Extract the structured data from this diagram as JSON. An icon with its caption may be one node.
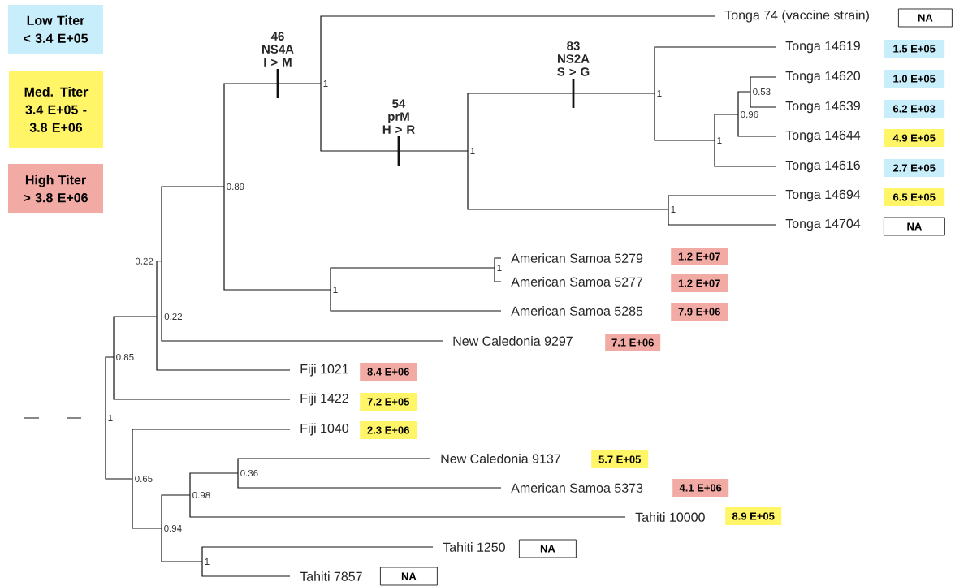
{
  "diagram": {
    "nodes": [
      {
        "text": [
          "Tonga 74 (vaccine strain)"
        ]
      },
      {
        "text": [
          "NA"
        ]
      },
      {
        "text": [
          "Tonga 14619"
        ]
      },
      {
        "text": [
          "1.5 E+05"
        ]
      },
      {
        "text": [
          "Tonga 14620"
        ]
      },
      {
        "text": [
          "1.0 E+05"
        ]
      },
      {
        "text": [
          "1"
        ]
      },
      {
        "text": [
          "0.53"
        ]
      },
      {
        "text": [
          "1"
        ]
      },
      {
        "text": [
          "Tonga 14639"
        ]
      },
      {
        "text": [
          "6.2 E+03"
        ]
      },
      {
        "text": [
          "0.96"
        ]
      },
      {
        "text": [
          "Tonga 14644"
        ]
      },
      {
        "text": [
          "4.9 E+05"
        ]
      },
      {
        "text": [
          "1"
        ]
      },
      {
        "text": [
          "1"
        ]
      },
      {
        "text": [
          "Tonga 14616"
        ]
      },
      {
        "text": [
          "2.7 E+05"
        ]
      },
      {
        "text": [
          "0.89"
        ]
      },
      {
        "text": [
          "Tonga 14694"
        ]
      },
      {
        "text": [
          "6.5 E+05"
        ]
      },
      {
        "text": [
          "1"
        ]
      },
      {
        "text": [
          "Tonga 14704"
        ]
      },
      {
        "text": [
          "NA"
        ]
      },
      {
        "text": [
          "American Samoa 5279"
        ]
      },
      {
        "text": [
          "1.2 E+07"
        ]
      },
      {
        "text": [
          "0.22"
        ]
      },
      {
        "text": [
          "1"
        ]
      },
      {
        "text": [
          "American Samoa 5277"
        ]
      },
      {
        "text": [
          "1.2 E+07"
        ]
      },
      {
        "text": [
          "1"
        ]
      },
      {
        "text": [
          "American Samoa 5285"
        ]
      },
      {
        "text": [
          "7.9 E+06"
        ]
      },
      {
        "text": [
          "0.22"
        ]
      },
      {
        "text": [
          "New Caledonia 9297"
        ]
      },
      {
        "text": [
          "7.1 E+06"
        ]
      },
      {
        "text": [
          "0.85"
        ]
      },
      {
        "text": [
          "Fiji 1021"
        ]
      },
      {
        "text": [
          "8.4 E+06"
        ]
      },
      {
        "text": [
          "Fiji 1422"
        ]
      },
      {
        "text": [
          "7.2 E+05"
        ]
      },
      {
        "text": [
          "1"
        ]
      },
      {
        "text": [
          "Fiji 1040"
        ]
      },
      {
        "text": [
          "2.3 E+06"
        ]
      },
      {
        "text": [
          "New Caledonia 9137"
        ]
      },
      {
        "text": [
          "5.7 E+05"
        ]
      },
      {
        "text": [
          "0.36"
        ]
      },
      {
        "text": [
          "0.65"
        ]
      },
      {
        "text": [
          "American Samoa 5373"
        ]
      },
      {
        "text": [
          "4.1 E+06"
        ]
      },
      {
        "text": [
          "0.98"
        ]
      },
      {
        "text": [
          "Tahiti 10000"
        ]
      },
      {
        "text": [
          "8.9 E+05"
        ]
      },
      {
        "text": [
          "0.94"
        ]
      },
      {
        "text": [
          "Tahiti 1250"
        ]
      },
      {
        "text": [
          "NA"
        ]
      },
      {
        "text": [
          "1"
        ]
      },
      {
        "text": [
          "Tahiti 7857"
        ]
      },
      {
        "text": [
          "NA"
        ]
      }
    ],
    "edges": [
      {
        "from": 6,
        "to": 0,
        "arrow": "none"
      },
      {
        "from": 6,
        "to": 15,
        "arrow": "none",
        "label": "54 prM H > R"
      },
      {
        "from": 15,
        "to": 8,
        "arrow": "none",
        "label": "83 NS2A S > G"
      },
      {
        "from": 15,
        "to": 21,
        "arrow": "none"
      },
      {
        "from": 8,
        "to": 2,
        "arrow": "none"
      },
      {
        "from": 8,
        "to": 14,
        "arrow": "none"
      },
      {
        "from": 14,
        "to": 11,
        "arrow": "none"
      },
      {
        "from": 14,
        "to": 16,
        "arrow": "none"
      },
      {
        "from": 11,
        "to": 7,
        "arrow": "none"
      },
      {
        "from": 11,
        "to": 12,
        "arrow": "none"
      },
      {
        "from": 7,
        "to": 4,
        "arrow": "none"
      },
      {
        "from": 7,
        "to": 9,
        "arrow": "none"
      },
      {
        "from": 21,
        "to": 19,
        "arrow": "none"
      },
      {
        "from": 21,
        "to": 22,
        "arrow": "none"
      },
      {
        "from": 18,
        "to": 6,
        "arrow": "none",
        "label": "46 NS4A I > M"
      },
      {
        "from": 18,
        "to": 30,
        "arrow": "none"
      },
      {
        "from": 30,
        "to": 27,
        "arrow": "none"
      },
      {
        "from": 30,
        "to": 31,
        "arrow": "none"
      },
      {
        "from": 27,
        "to": 24,
        "arrow": "none"
      },
      {
        "from": 27,
        "to": 28,
        "arrow": "none"
      },
      {
        "from": 26,
        "to": 18,
        "arrow": "none"
      },
      {
        "from": 26,
        "to": 34,
        "arrow": "none"
      },
      {
        "from": 33,
        "to": 26,
        "arrow": "none"
      },
      {
        "from": 33,
        "to": 37,
        "arrow": "none"
      },
      {
        "from": 36,
        "to": 33,
        "arrow": "none"
      },
      {
        "from": 36,
        "to": 39,
        "arrow": "none"
      },
      {
        "from": 41,
        "to": 36,
        "arrow": "none"
      },
      {
        "from": 41,
        "to": 47,
        "arrow": "none"
      },
      {
        "from": 47,
        "to": 42,
        "arrow": "none"
      },
      {
        "from": 47,
        "to": 53,
        "arrow": "none"
      },
      {
        "from": 53,
        "to": 50,
        "arrow": "none"
      },
      {
        "from": 53,
        "to": 56,
        "arrow": "none"
      },
      {
        "from": 50,
        "to": 46,
        "arrow": "none"
      },
      {
        "from": 50,
        "to": 51,
        "arrow": "none"
      },
      {
        "from": 46,
        "to": 44,
        "arrow": "none"
      },
      {
        "from": 46,
        "to": 48,
        "arrow": "none"
      },
      {
        "from": 56,
        "to": 54,
        "arrow": "none"
      },
      {
        "from": 56,
        "to": 57,
        "arrow": "none"
      },
      {
        "from": null,
        "to": 41,
        "arrow": "none",
        "style": "dashed"
      }
    ],
    "legend": [
      {
        "text": "Low Titer < 3.4 E+05",
        "color": "#c9eefb"
      },
      {
        "text": "Med. Titer 3.4 E+05 - 3.8 E+06",
        "color": "#fff566"
      },
      {
        "text": "High Titer > 3.8 E+06",
        "color": "#f2aaa4"
      }
    ]
  }
}
